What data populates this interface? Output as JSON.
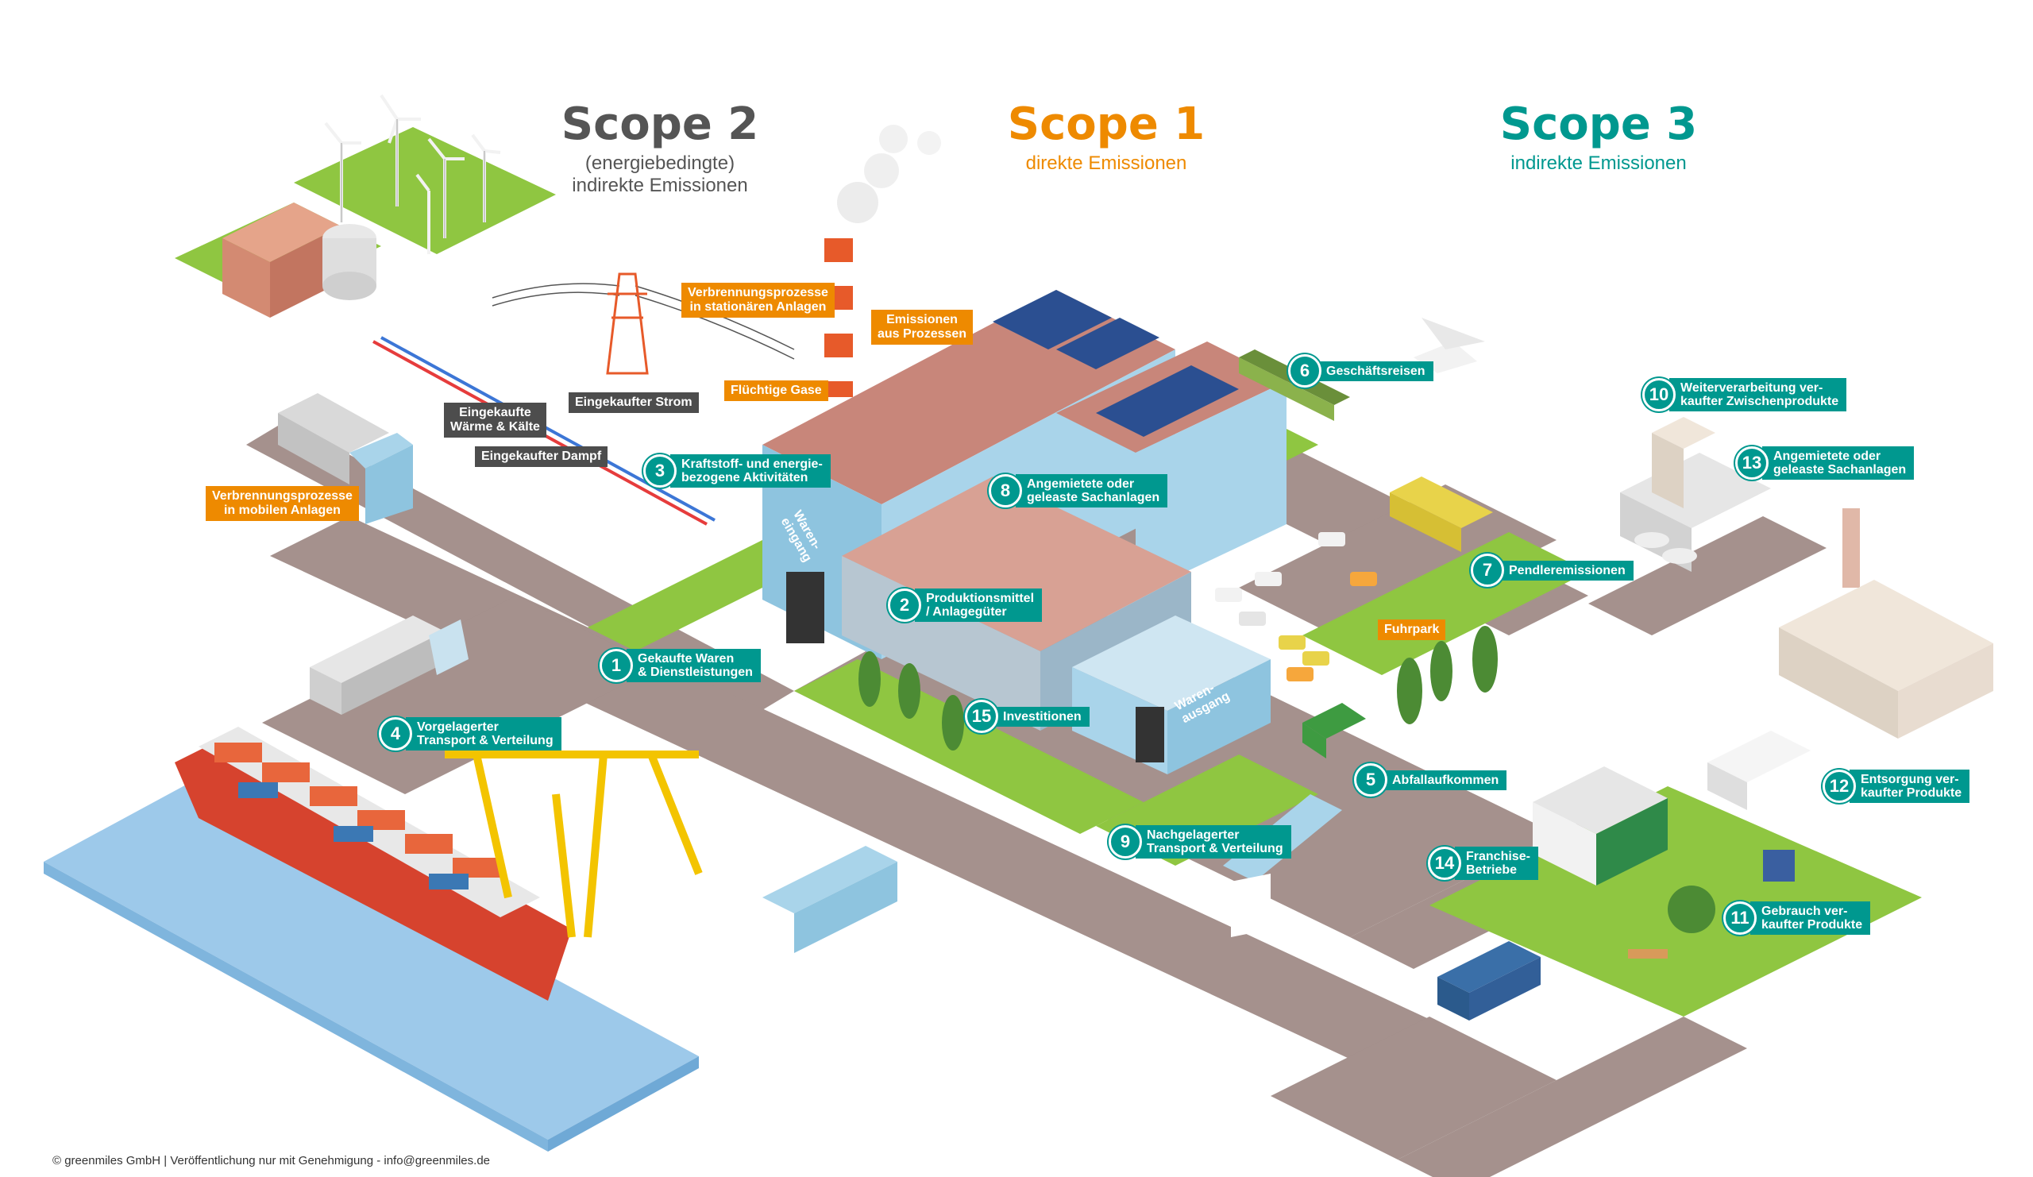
{
  "scope2": {
    "title": "Scope 2",
    "sub1": "(energiebedingte)",
    "sub2": "indirekte Emissionen",
    "color": "#555555"
  },
  "scope1": {
    "title": "Scope 1",
    "sub1": "direkte Emissionen",
    "color": "#ee8a00"
  },
  "scope3": {
    "title": "Scope 3",
    "sub1": "indirekte Emissionen",
    "color": "#00988f"
  },
  "labels": {
    "verbrennung_stationaer": [
      "Verbrennungsprozesse",
      "in stationären Anlagen"
    ],
    "emissionen_prozesse": [
      "Emissionen",
      "aus Prozessen"
    ],
    "fluechtige_gase": "Flüchtige Gase",
    "eingekaufter_strom": "Eingekaufter Strom",
    "waerme_kaelte": [
      "Eingekaufte",
      "Wärme & Kälte"
    ],
    "eingekaufter_dampf": "Eingekaufter Dampf",
    "verbrennung_mobil": [
      "Verbrennungsprozesse",
      "in mobilen Anlagen"
    ],
    "fuhrpark": "Fuhrpark",
    "waren_eingang": "Waren-eingang",
    "waren_ausgang": "Waren-ausgang"
  },
  "categories": [
    {
      "num": "1",
      "lines": [
        "Gekaufte Waren",
        "& Dienstleistungen"
      ]
    },
    {
      "num": "2",
      "lines": [
        "Produktionsmittel",
        "/ Anlagegüter"
      ]
    },
    {
      "num": "3",
      "lines": [
        "Kraftstoff- und energie-",
        "bezogene Aktivitäten"
      ]
    },
    {
      "num": "4",
      "lines": [
        "Vorgelagerter",
        "Transport & Verteilung"
      ]
    },
    {
      "num": "5",
      "lines": [
        "Abfallaufkommen"
      ]
    },
    {
      "num": "6",
      "lines": [
        "Geschäftsreisen"
      ]
    },
    {
      "num": "7",
      "lines": [
        "Pendleremissionen"
      ]
    },
    {
      "num": "8",
      "lines": [
        "Angemietete oder",
        "geleaste Sachanlagen"
      ]
    },
    {
      "num": "9",
      "lines": [
        "Nachgelagerter",
        "Transport & Verteilung"
      ]
    },
    {
      "num": "10",
      "lines": [
        "Weiterverarbeitung ver-",
        "kaufter Zwischenprodukte"
      ]
    },
    {
      "num": "11",
      "lines": [
        "Gebrauch ver-",
        "kaufter Produkte"
      ]
    },
    {
      "num": "12",
      "lines": [
        "Entsorgung ver-",
        "kaufter Produkte"
      ]
    },
    {
      "num": "13",
      "lines": [
        "Angemietete oder",
        "geleaste Sachanlagen"
      ]
    },
    {
      "num": "14",
      "lines": [
        "Franchise-",
        "Betriebe"
      ]
    },
    {
      "num": "15",
      "lines": [
        "Investitionen"
      ]
    }
  ],
  "footer": "© greenmiles GmbH  |  Veröffentlichung nur mit Genehmigung - info@greenmiles.de",
  "colors": {
    "road": "#a5918d",
    "grass": "#8fc641",
    "water": "#9dc9ea",
    "building": "#a9d4ea",
    "roof": "#c8867a",
    "teal": "#00988f",
    "orange": "#ee8a00"
  }
}
